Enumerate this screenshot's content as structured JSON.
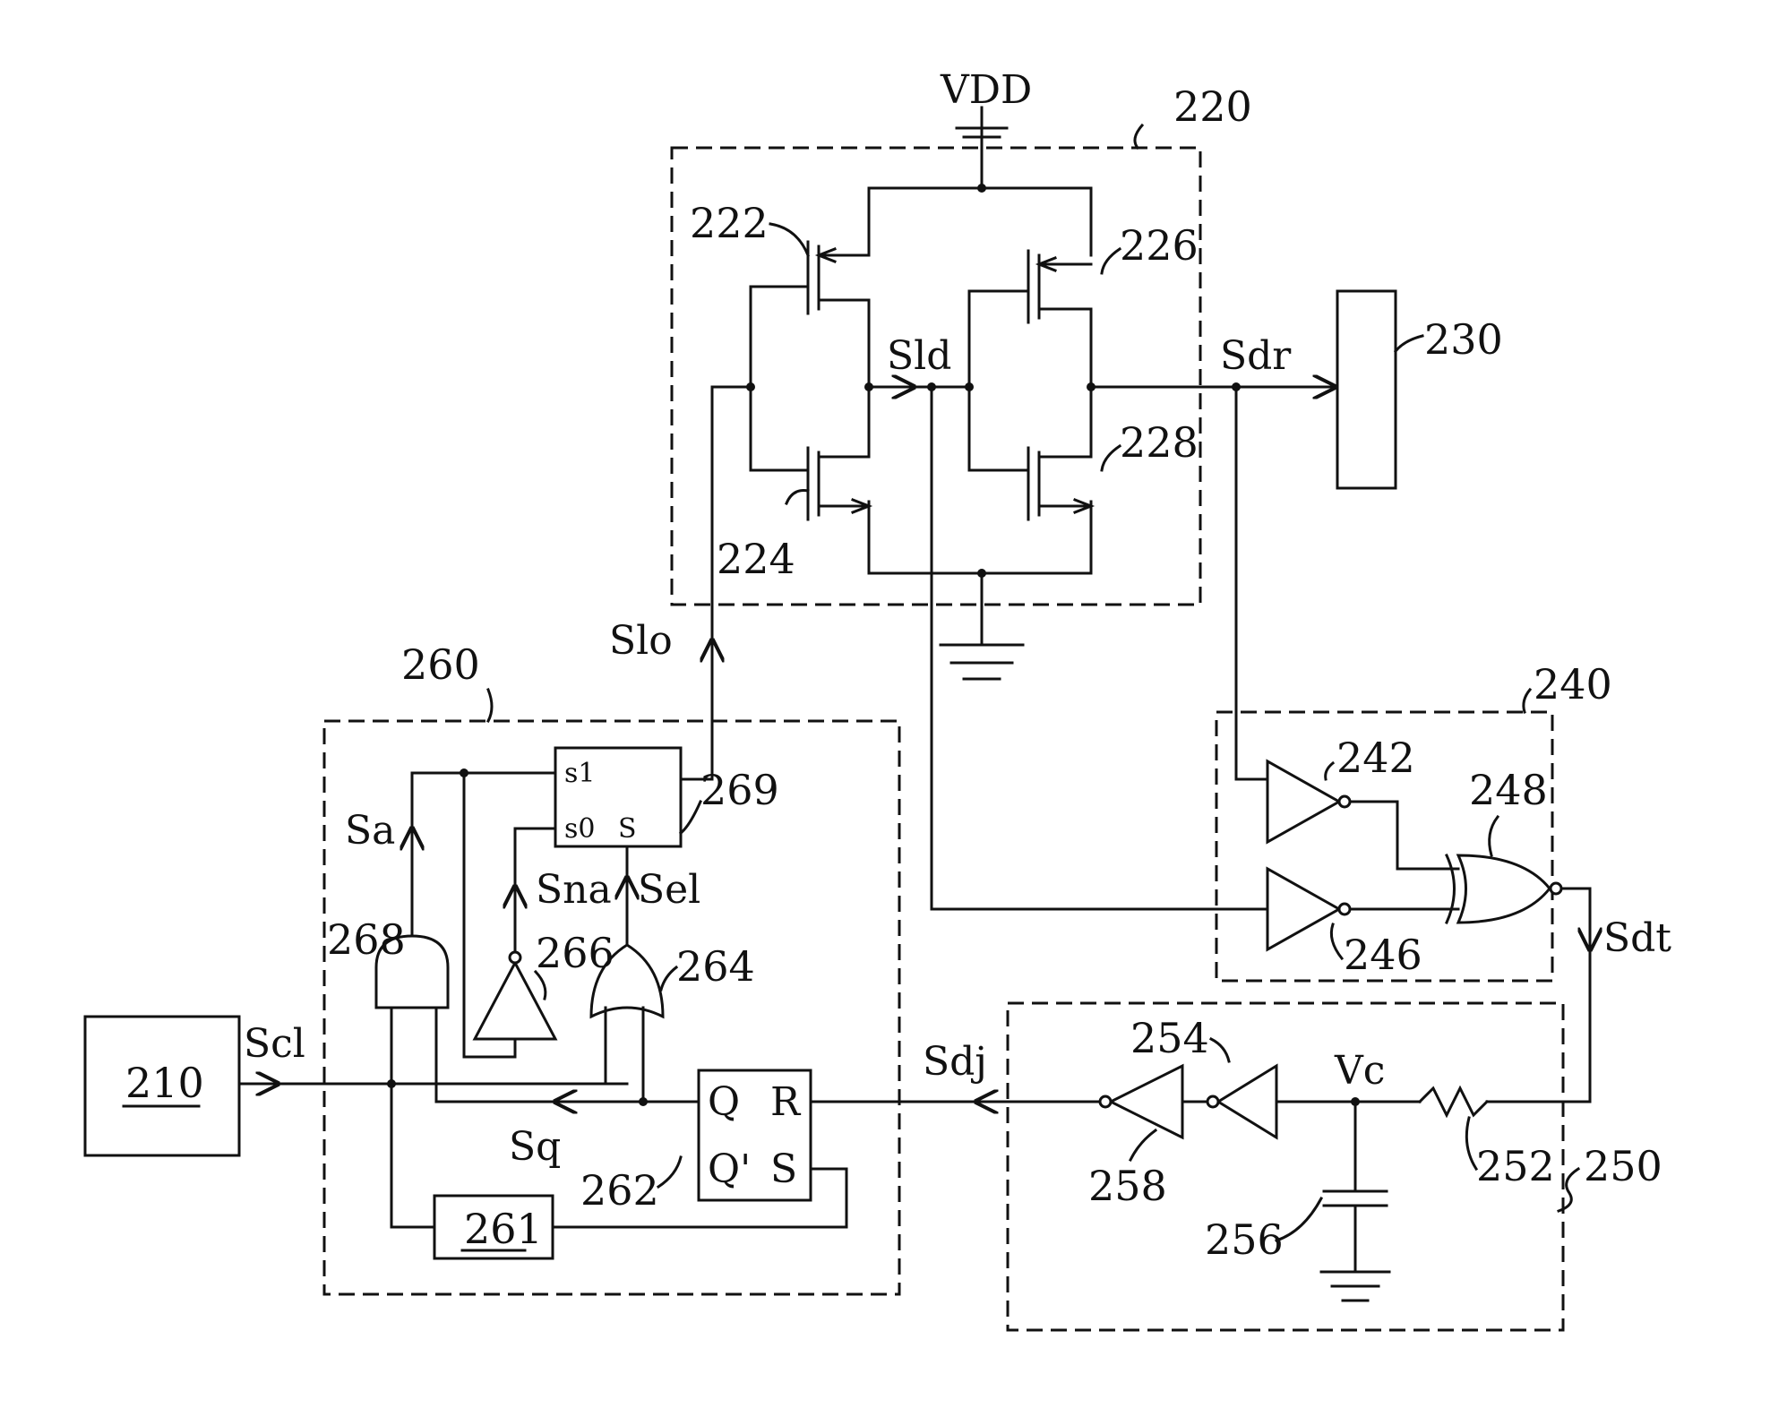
{
  "labels": {
    "vdd": "VDD",
    "n220": "220",
    "n222": "222",
    "n224": "224",
    "n226": "226",
    "n228": "228",
    "n230": "230",
    "sld": "Sld",
    "sdr": "Sdr",
    "slo": "Slo",
    "n260": "260",
    "n240": "240",
    "n242": "242",
    "n246": "246",
    "n248": "248",
    "sdt": "Sdt",
    "n269": "269",
    "sa": "Sa",
    "sna": "Sna",
    "sel": "Sel",
    "n268": "268",
    "n266": "266",
    "n264": "264",
    "n210": "210",
    "scl": "Scl",
    "sdj": "Sdj",
    "n254": "254",
    "vc": "Vc",
    "sq": "Sq",
    "n262": "262",
    "n258": "258",
    "n252": "252",
    "n250": "250",
    "n256": "256",
    "n261": "261",
    "mux_s1": "s1",
    "mux_s0": "s0",
    "mux_s": "S",
    "ff_q": "Q",
    "ff_r": "R",
    "ff_qb": "Q'",
    "ff_s": "S"
  }
}
